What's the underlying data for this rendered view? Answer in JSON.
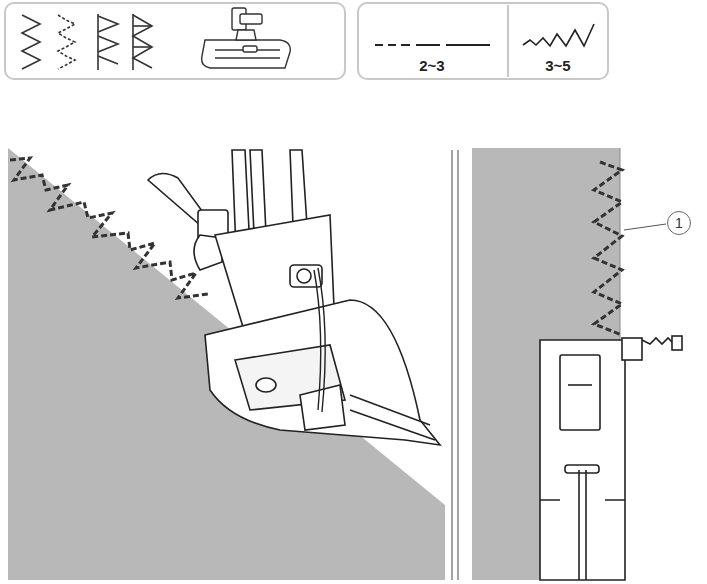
{
  "diagram": {
    "nodes": [
      {
        "text": [
          "2~3"
        ]
      },
      {
        "text": [
          "3~5"
        ]
      }
    ],
    "labels": [
      "1"
    ]
  }
}
